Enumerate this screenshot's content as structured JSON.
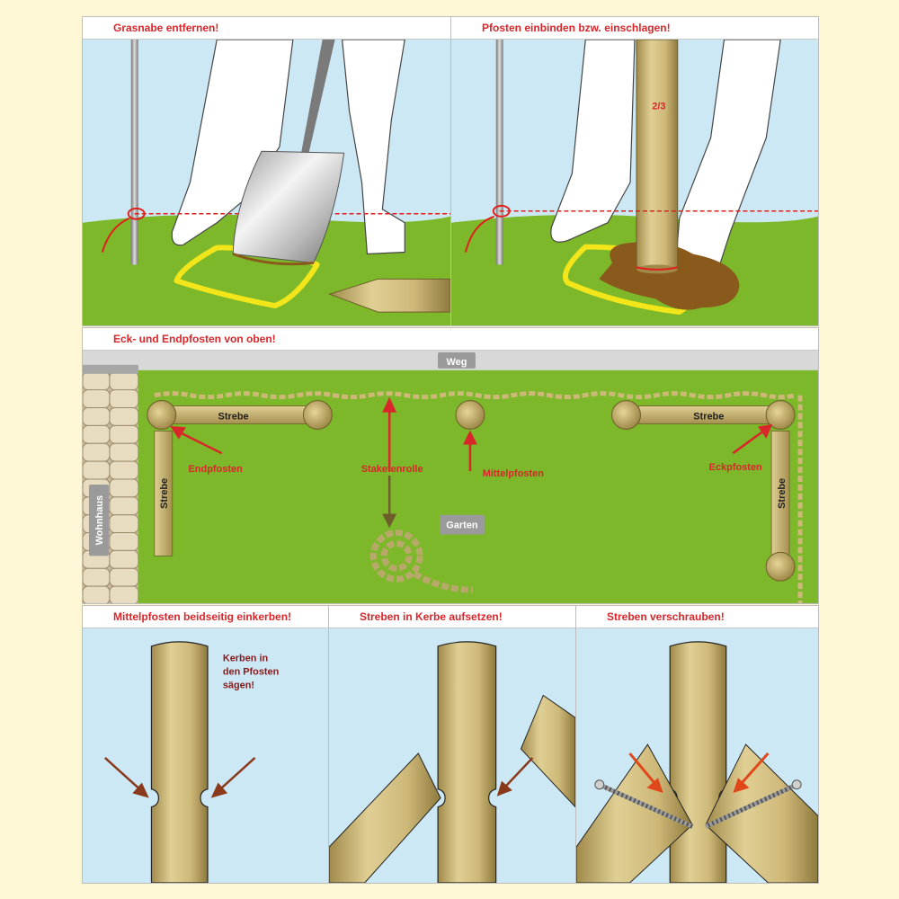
{
  "panels": {
    "step1": {
      "title": "Grasnabe entfernen!"
    },
    "step2": {
      "title": "Pfosten einbinden bzw. einschlagen!",
      "depth_label": "2/3"
    },
    "plan": {
      "title": "Eck- und Endpfosten von oben!",
      "path_label": "Weg",
      "house_label": "Wohnhaus",
      "garden_label": "Garten",
      "brace_label": "Strebe",
      "end_post_label": "Endpfosten",
      "picket_roll_label": "Staketenrolle",
      "middle_post_label": "Mittelpfosten",
      "corner_post_label": "Eckpfosten"
    },
    "step3": {
      "title": "Mittelpfosten beidseitig einkerben!",
      "note_line1": "Kerben in",
      "note_line2": "den Pfosten",
      "note_line3": "sägen!"
    },
    "step4": {
      "title": "Streben in Kerbe aufsetzen!"
    },
    "step5": {
      "title": "Streben verschrauben!"
    }
  },
  "colors": {
    "background": "#fdf7d6",
    "sky": "#cde8f5",
    "grass": "#7cb82a",
    "wood": "#cdb878",
    "title_red": "#d8262a",
    "rope_red": "#e0201c",
    "sand_yellow": "#f2e51a",
    "soil_brown": "#8a5a1c",
    "arrow_brown": "#8a3a1a"
  }
}
